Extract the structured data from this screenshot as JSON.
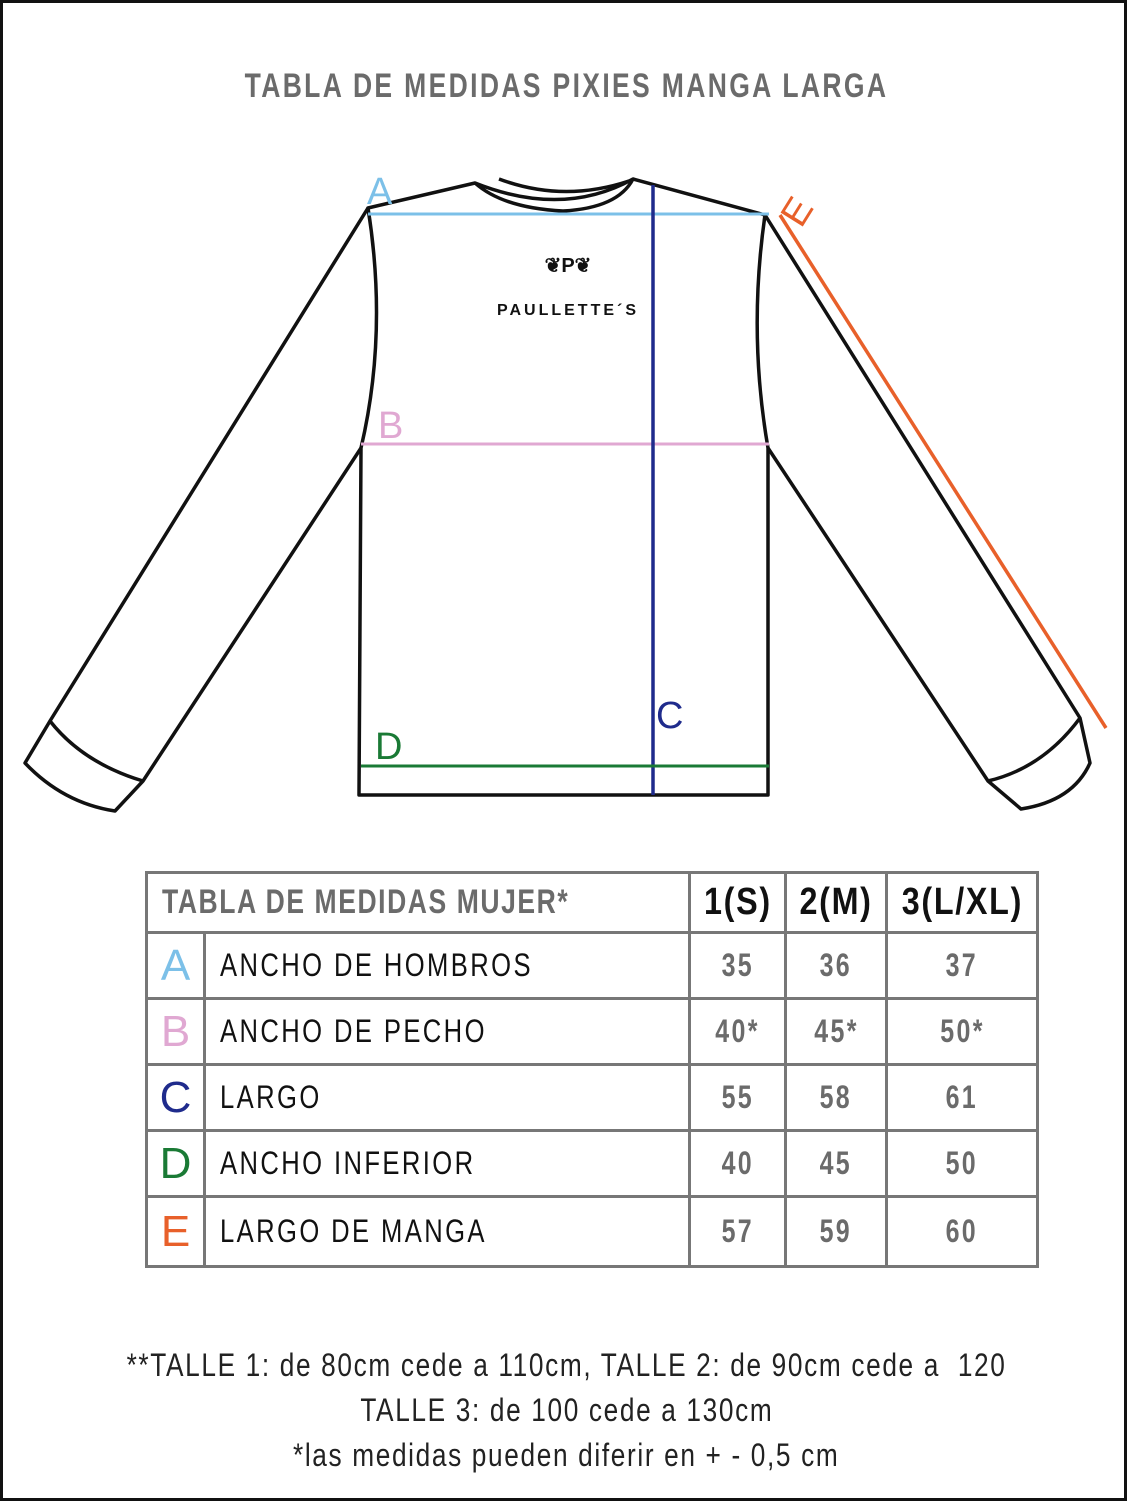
{
  "title": "TABLA DE MEDIDAS PIXIES MANGA LARGA",
  "brand": {
    "monogram": "P",
    "name": "PAULLETTE´S"
  },
  "diagram_labels": {
    "A": "A",
    "B": "B",
    "C": "C",
    "D": "D",
    "E": "E"
  },
  "colors": {
    "A": "#7cc0e8",
    "B": "#e0a8d2",
    "C": "#1f2b8c",
    "D": "#1a7a35",
    "E": "#e8602a",
    "border": "#777777",
    "gray_text": "#6b6b6b"
  },
  "table": {
    "caption": "TABLA DE MEDIDAS MUJER*",
    "sizes": [
      "1(S)",
      "2(M)",
      "3(L/XL)"
    ],
    "rows": [
      {
        "letter": "A",
        "label": "ANCHO DE HOMBROS",
        "values": [
          "35",
          "36",
          "37"
        ]
      },
      {
        "letter": "B",
        "label": "ANCHO DE PECHO",
        "values": [
          "40*",
          "45*",
          "50*"
        ]
      },
      {
        "letter": "C",
        "label": "LARGO",
        "values": [
          "55",
          "58",
          "61"
        ]
      },
      {
        "letter": "D",
        "label": "ANCHO INFERIOR",
        "values": [
          "40",
          "45",
          "50"
        ]
      },
      {
        "letter": "E",
        "label": "LARGO DE MANGA",
        "values": [
          "57",
          "59",
          "60"
        ]
      }
    ]
  },
  "footnotes": [
    "**TALLE 1: de 80cm cede a 110cm, TALLE 2: de 90cm cede a  120",
    "TALLE 3: de 100 cede a 130cm",
    "*las medidas pueden diferir en + - 0,5 cm"
  ]
}
